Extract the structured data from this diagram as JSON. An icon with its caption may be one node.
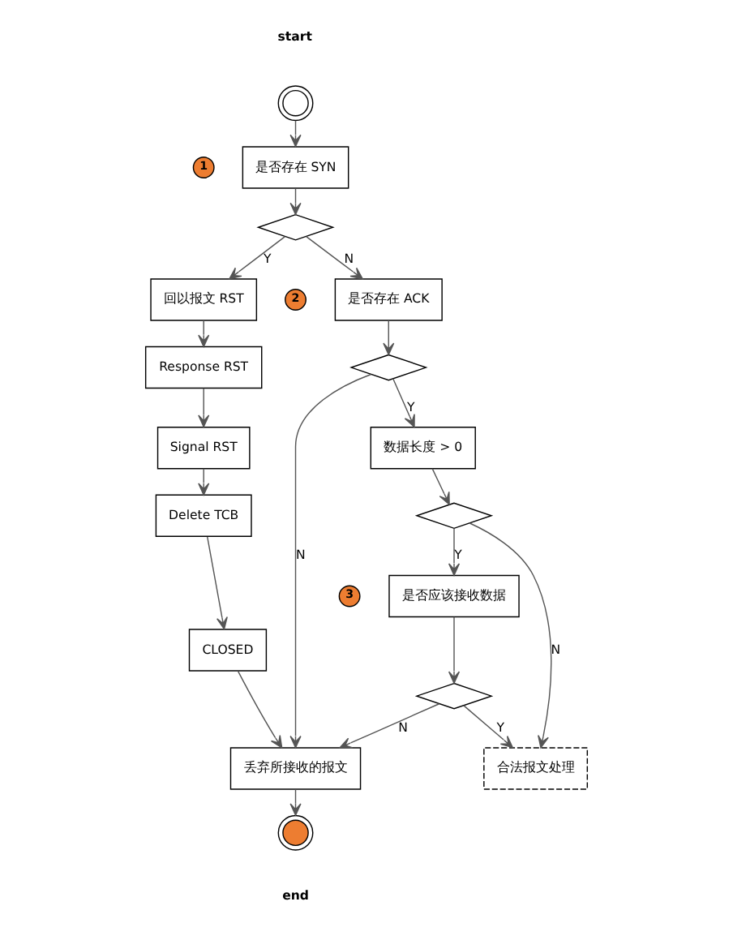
{
  "diagram": {
    "nodes": [
      {
        "text": [],
        "shape": "circle",
        "beside": [
          "start"
        ]
      },
      {
        "text": [
          "1"
        ]
      },
      {
        "text": [
          "是否存在 SYN"
        ]
      },
      {
        "text": [],
        "shape": "diamond"
      },
      {
        "text": [
          "回以报文 RST"
        ]
      },
      {
        "text": [
          "Response RST"
        ]
      },
      {
        "text": [
          "Signal RST"
        ]
      },
      {
        "text": [
          "Delete TCB"
        ]
      },
      {
        "text": [
          "CLOSED"
        ]
      },
      {
        "text": [
          "2"
        ]
      },
      {
        "text": [
          "是否存在 ACK"
        ]
      },
      {
        "text": [],
        "shape": "diamond"
      },
      {
        "text": [
          "数据长度 > 0"
        ]
      },
      {
        "text": [],
        "shape": "diamond"
      },
      {
        "text": [
          "3"
        ]
      },
      {
        "text": [
          "是否应该接收数据"
        ]
      },
      {
        "text": [
          "丢弃所接收的报文"
        ]
      },
      {
        "text": [],
        "shape": "diamond"
      },
      {
        "text": [
          "合法报文处理"
        ]
      },
      {
        "text": [],
        "shape": "circle",
        "beside": [
          "end"
        ]
      }
    ],
    "edges": [
      {
        "from": 0,
        "to": 2,
        "arrow": "to"
      },
      {
        "from": 2,
        "to": 3,
        "arrow": "to"
      },
      {
        "from": 3,
        "to": 4,
        "arrow": "to",
        "label": "Y"
      },
      {
        "from": 3,
        "to": 10,
        "arrow": "to",
        "label": "N"
      },
      {
        "from": 4,
        "to": 5,
        "arrow": "to"
      },
      {
        "from": 5,
        "to": 6,
        "arrow": "to"
      },
      {
        "from": 6,
        "to": 7,
        "arrow": "to"
      },
      {
        "from": 7,
        "to": 8,
        "arrow": "to"
      },
      {
        "from": 8,
        "to": 16,
        "arrow": "to"
      },
      {
        "from": 10,
        "to": 11,
        "arrow": "to"
      },
      {
        "from": 11,
        "to": 12,
        "arrow": "to",
        "label": "Y"
      },
      {
        "from": 11,
        "to": 16,
        "arrow": "to",
        "label": "N"
      },
      {
        "from": 12,
        "to": 13,
        "arrow": "to"
      },
      {
        "from": 13,
        "to": 15,
        "arrow": "to",
        "label": "Y"
      },
      {
        "from": 13,
        "to": 18,
        "arrow": "to",
        "label": "N"
      },
      {
        "from": 15,
        "to": 17,
        "arrow": "to"
      },
      {
        "from": 17,
        "to": 16,
        "arrow": "to",
        "label": "N"
      },
      {
        "from": 17,
        "to": 18,
        "arrow": "to",
        "label": "Y"
      },
      {
        "from": 16,
        "to": 19,
        "arrow": "to"
      }
    ]
  }
}
